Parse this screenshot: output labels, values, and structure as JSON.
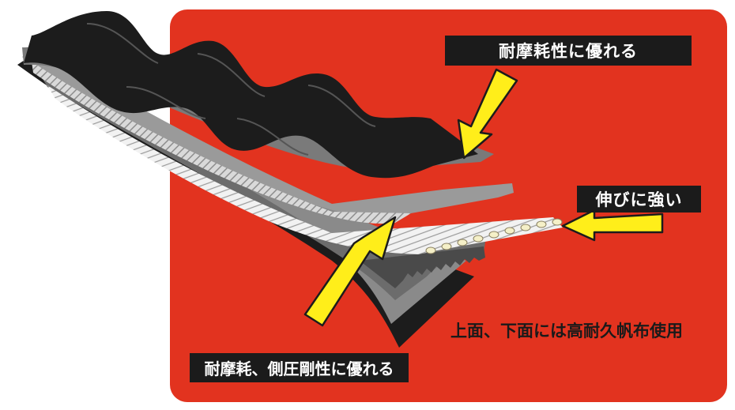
{
  "labels": {
    "wear_resistance": "耐摩耗性に優れる",
    "stretch_resistance": "伸びに強い",
    "wear_side_pressure": "耐摩耗、側圧剛性に優れる",
    "canvas_note": "上面、下面には高耐久帆布使用"
  },
  "colors": {
    "panel": "#e2331f",
    "belt_black": "#1c1c1c",
    "belt_gray": "#8a8a8a",
    "arrow_yellow": "#ffee1a",
    "label_bg": "#1b1b1b"
  },
  "icons": {
    "arrow": "yellow-arrow-icon"
  }
}
